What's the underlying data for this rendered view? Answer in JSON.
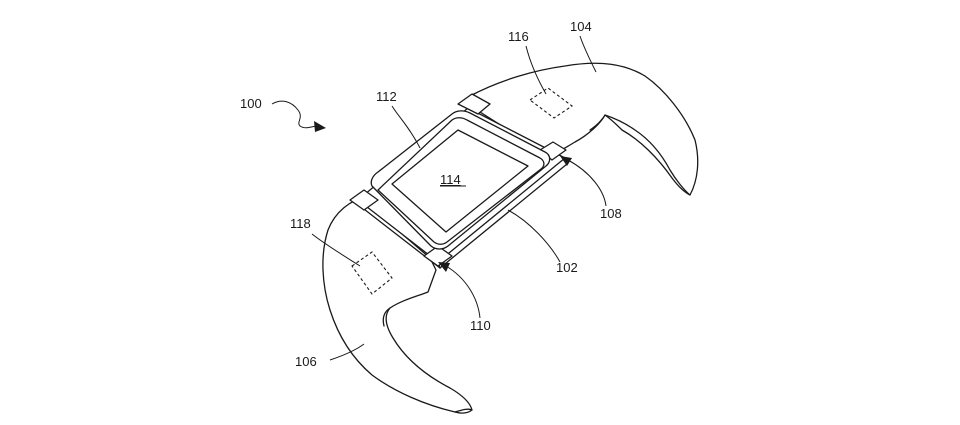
{
  "labels": {
    "device_assembly": "100",
    "body": "102",
    "band_upper": "104",
    "band_lower": "106",
    "connector_right": "108",
    "connector_left": "110",
    "bezel": "112",
    "display": "114",
    "band_sensor_upper": "116",
    "band_sensor_lower": "118"
  }
}
